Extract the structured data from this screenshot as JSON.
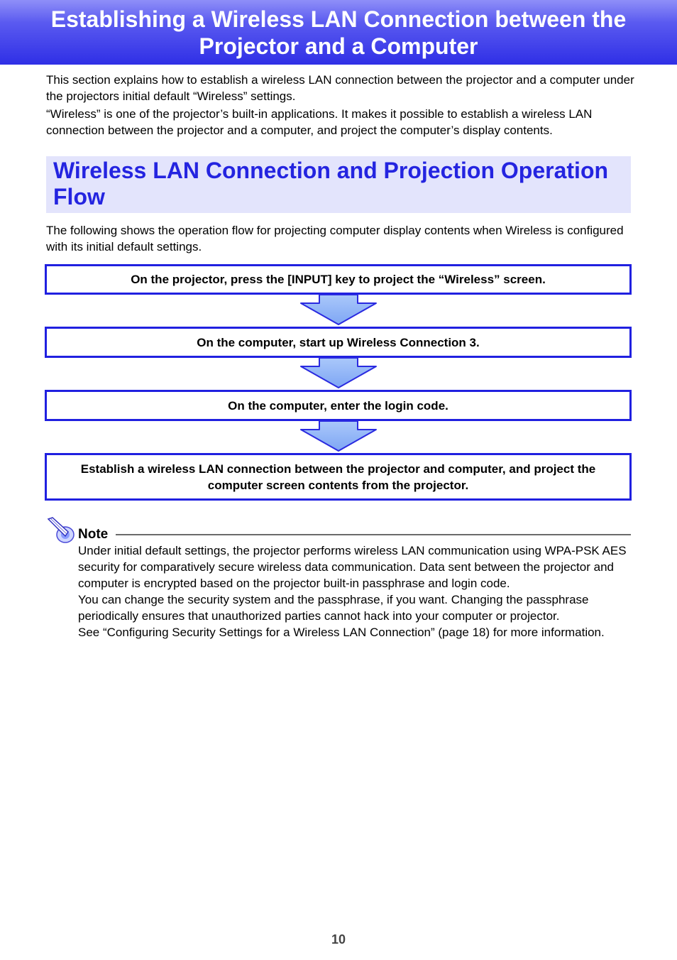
{
  "header": {
    "title": "Establishing a Wireless LAN Connection between the Projector and a Computer"
  },
  "intro": {
    "paragraphs": [
      "This section explains how to establish a wireless LAN connection between the projector and a computer under the projectors initial default “Wireless” settings.",
      "“Wireless” is one of the projector’s built-in applications. It makes it possible to establish a wireless LAN connection between the projector and a computer, and project the computer’s display contents."
    ]
  },
  "section": {
    "title": "Wireless LAN Connection and Projection Operation Flow",
    "description": "The following shows the operation flow for projecting computer display contents when Wireless is configured with its initial default settings."
  },
  "flow": {
    "steps": [
      "On the projector, press the [INPUT] key to project the “Wireless” screen.",
      "On the computer, start up Wireless Connection 3.",
      "On the computer, enter the login code.",
      "Establish a wireless LAN connection between the projector and computer, and project the computer screen contents from the projector."
    ],
    "border_color": "#2020e0",
    "arrow_color": "#8fb4f8"
  },
  "note": {
    "label": "Note",
    "icon": "pencil-note-icon",
    "paragraphs": [
      "Under initial default settings, the projector performs wireless LAN communication using WPA-PSK AES security for comparatively secure wireless data communication. Data sent between the projector and computer is encrypted based on the projector built-in passphrase and login code.",
      "You can change the security system and the passphrase, if you want. Changing the passphrase periodically ensures that unauthorized parties cannot hack into your computer or projector.",
      "See “Configuring Security Settings for a Wireless LAN Connection” (page 18) for more information."
    ]
  },
  "footer": {
    "page_number": "10"
  },
  "colors": {
    "banner": "#3a3ae8",
    "section_title": "#2424e0",
    "section_background": "#e3e4fc"
  }
}
